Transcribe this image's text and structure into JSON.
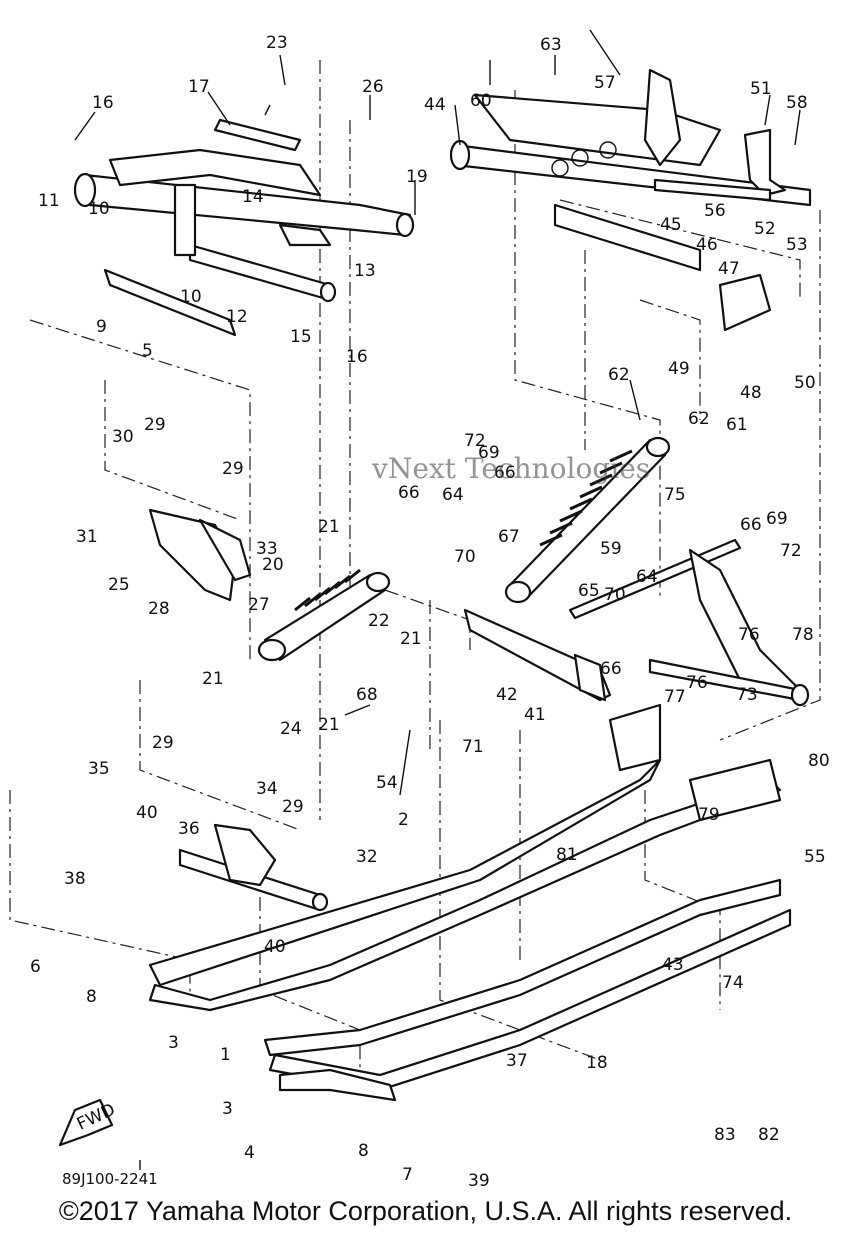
{
  "watermark": "vNext Technologies",
  "diagram_code": "89J100-2241",
  "copyright": "©2017 Yamaha Motor Corporation, U.S.A. All rights reserved.",
  "front_arrow": "FWD",
  "callouts": [
    {
      "n": "1"
    },
    {
      "n": "2"
    },
    {
      "n": "3"
    },
    {
      "n": "3"
    },
    {
      "n": "4"
    },
    {
      "n": "5"
    },
    {
      "n": "6"
    },
    {
      "n": "7"
    },
    {
      "n": "8"
    },
    {
      "n": "8"
    },
    {
      "n": "9"
    },
    {
      "n": "10"
    },
    {
      "n": "10"
    },
    {
      "n": "11"
    },
    {
      "n": "12"
    },
    {
      "n": "13"
    },
    {
      "n": "14"
    },
    {
      "n": "15"
    },
    {
      "n": "16"
    },
    {
      "n": "16"
    },
    {
      "n": "17"
    },
    {
      "n": "18"
    },
    {
      "n": "19"
    },
    {
      "n": "20"
    },
    {
      "n": "21"
    },
    {
      "n": "21"
    },
    {
      "n": "21"
    },
    {
      "n": "21"
    },
    {
      "n": "22"
    },
    {
      "n": "23"
    },
    {
      "n": "24"
    },
    {
      "n": "25"
    },
    {
      "n": "26"
    },
    {
      "n": "27"
    },
    {
      "n": "28"
    },
    {
      "n": "29"
    },
    {
      "n": "29"
    },
    {
      "n": "29"
    },
    {
      "n": "29"
    },
    {
      "n": "30"
    },
    {
      "n": "31"
    },
    {
      "n": "32"
    },
    {
      "n": "33"
    },
    {
      "n": "34"
    },
    {
      "n": "35"
    },
    {
      "n": "36"
    },
    {
      "n": "37"
    },
    {
      "n": "38"
    },
    {
      "n": "39"
    },
    {
      "n": "40"
    },
    {
      "n": "40"
    },
    {
      "n": "41"
    },
    {
      "n": "42"
    },
    {
      "n": "43"
    },
    {
      "n": "44"
    },
    {
      "n": "45"
    },
    {
      "n": "46"
    },
    {
      "n": "47"
    },
    {
      "n": "48"
    },
    {
      "n": "49"
    },
    {
      "n": "50"
    },
    {
      "n": "51"
    },
    {
      "n": "52"
    },
    {
      "n": "53"
    },
    {
      "n": "54"
    },
    {
      "n": "55"
    },
    {
      "n": "56"
    },
    {
      "n": "57"
    },
    {
      "n": "58"
    },
    {
      "n": "59"
    },
    {
      "n": "60"
    },
    {
      "n": "61"
    },
    {
      "n": "62"
    },
    {
      "n": "62"
    },
    {
      "n": "63"
    },
    {
      "n": "64"
    },
    {
      "n": "64"
    },
    {
      "n": "65"
    },
    {
      "n": "66"
    },
    {
      "n": "66"
    },
    {
      "n": "66"
    },
    {
      "n": "66"
    },
    {
      "n": "67"
    },
    {
      "n": "68"
    },
    {
      "n": "69"
    },
    {
      "n": "69"
    },
    {
      "n": "70"
    },
    {
      "n": "70"
    },
    {
      "n": "71"
    },
    {
      "n": "72"
    },
    {
      "n": "72"
    },
    {
      "n": "73"
    },
    {
      "n": "74"
    },
    {
      "n": "75"
    },
    {
      "n": "76"
    },
    {
      "n": "76"
    },
    {
      "n": "77"
    },
    {
      "n": "78"
    },
    {
      "n": "79"
    },
    {
      "n": "80"
    },
    {
      "n": "81"
    },
    {
      "n": "82"
    },
    {
      "n": "83"
    }
  ]
}
